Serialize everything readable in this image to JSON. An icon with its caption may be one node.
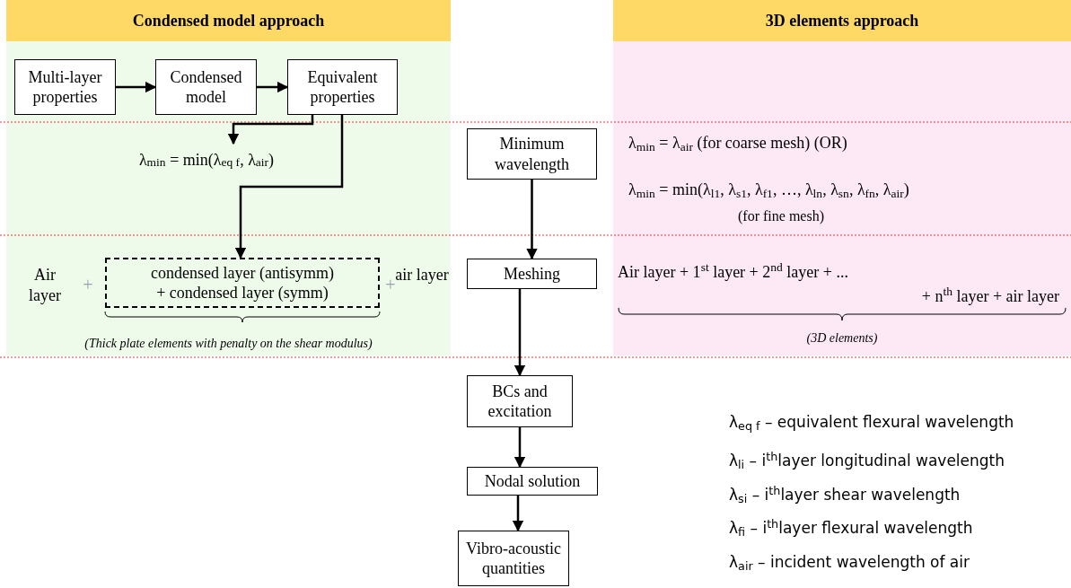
{
  "diagram": {
    "nodes": [
      {
        "text": [
          "Condensed model approach"
        ]
      },
      {
        "text": [
          "3D elements approach"
        ]
      },
      {
        "text": [
          "Multi-layer properties"
        ]
      },
      {
        "text": [
          "Condensed model"
        ]
      },
      {
        "text": [
          "Equivalent properties"
        ]
      },
      {
        "text": [
          "λ$_{min}$ = min(λ$_{eq f}$, λ$_{air}$)"
        ]
      },
      {
        "text": [
          "Minimum wavelength"
        ]
      },
      {
        "text": [
          "condensed layer (antisymm)",
          "+ condensed layer (symm)"
        ]
      },
      {
        "text": [
          "Meshing"
        ]
      },
      {
        "text": [
          "BCs and excitation"
        ]
      },
      {
        "text": [
          "Nodal solution"
        ]
      },
      {
        "text": [
          "Vibro-acoustic quantities"
        ]
      }
    ],
    "edges": [
      {
        "from": 2,
        "to": 3,
        "arrow": "to"
      },
      {
        "from": 3,
        "to": 4,
        "arrow": "to"
      },
      {
        "from": 4,
        "to": 5,
        "arrow": "to"
      },
      {
        "from": 4,
        "to": 7,
        "arrow": "to"
      },
      {
        "from": 6,
        "to": 8,
        "arrow": "to"
      },
      {
        "from": 8,
        "to": 9,
        "arrow": "to"
      },
      {
        "from": 9,
        "to": 10,
        "arrow": "to"
      },
      {
        "from": 10,
        "to": 11,
        "arrow": "to"
      }
    ],
    "labels": [
      "Air layer",
      "+",
      "+",
      "air layer",
      "(Thick plate elements with penalty on the shear modulus)",
      "λ$_{min}$ = λ$_{air}$ (for coarse mesh) (OR)",
      "λ$_{min}$ = min(λ$_{l1}$, λ$_{s1}$, λ$_{f1}$, …, λ$_{ln}$, λ$_{sn}$, λ$_{fn}$, λ$_{air}$)",
      "(for fine mesh)",
      "Air layer + 1$^{st}$ layer + 2$^{nd}$ layer + ...",
      "+ n$^{th}$ layer + air layer",
      "(3D elements)",
      "λ$_{eq f}$ – equivalent flexural wavelength",
      "λ$_{li}$ – i$^{th}$layer longitudinal wavelength",
      "λ$_{si}$ – i$^{th}$layer shear wavelength",
      "λ$_{fi}$ – i$^{th}$layer flexural wavelength",
      "λ$_{air}$ – incident wavelength of air"
    ]
  }
}
